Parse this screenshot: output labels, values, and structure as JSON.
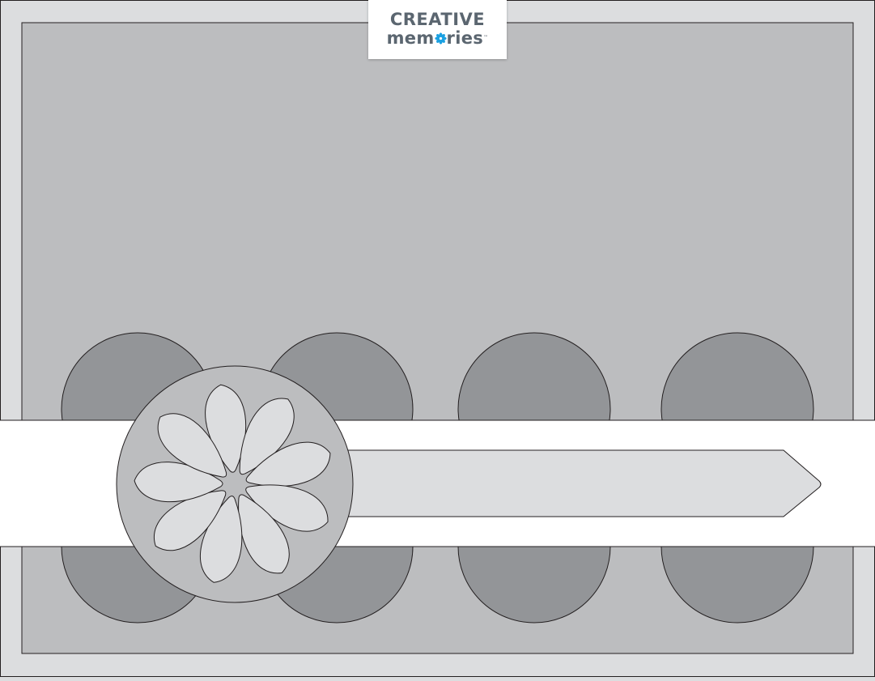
{
  "logo": {
    "line1": "CREATIVE",
    "line2_part1": "mem",
    "line2_part2": "ries",
    "trademark": "™"
  },
  "colors": {
    "page_background": "#dcdddf",
    "panel_fill": "#bcbdbf",
    "circle_fill": "#939598",
    "band_fill": "#ffffff",
    "banner_fill": "#dcdddf",
    "medallion_fill": "#bcbdbf",
    "flower_fill": "#dcdddf",
    "outline": "#231f20",
    "logo_text": "#5b6670",
    "logo_flower": "#1ba1e2"
  },
  "elements": {
    "scallop_circle_count": 8,
    "flower_petal_count": 9
  }
}
